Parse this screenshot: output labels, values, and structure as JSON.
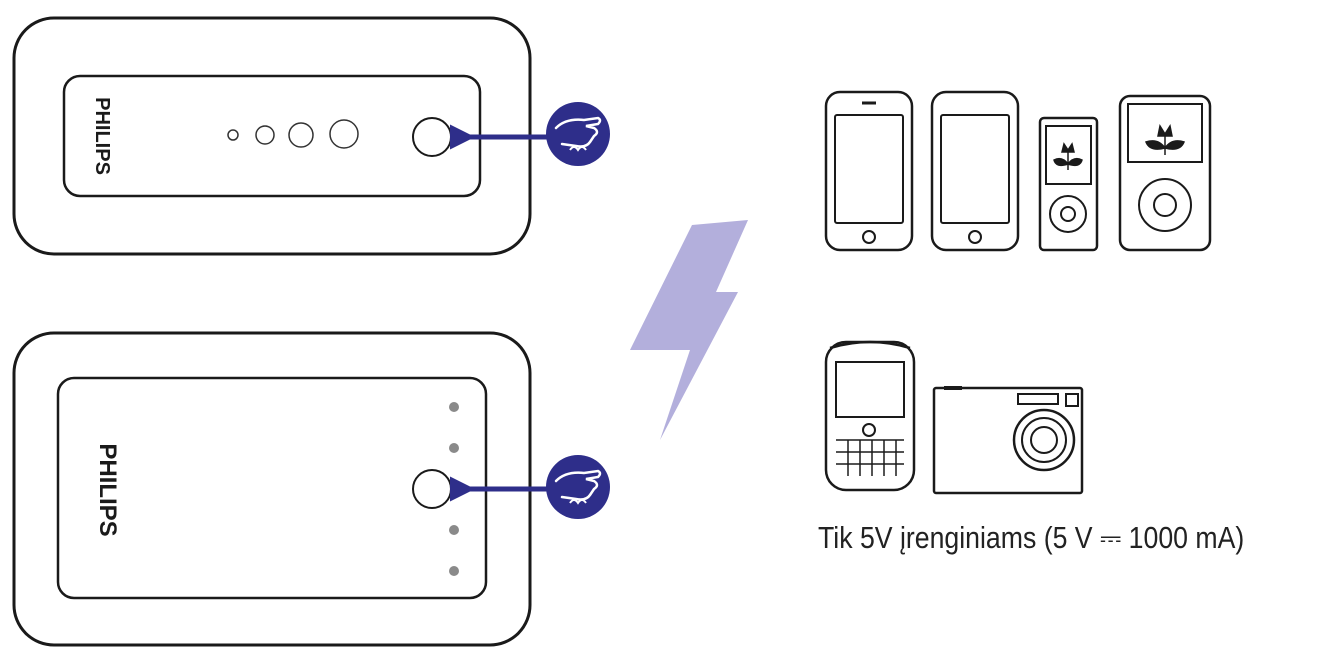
{
  "figure": {
    "brand_top": "PHILIPS",
    "brand_bottom": "PHILIPS",
    "caption": "Tik 5V įrenginiams (5 V ⎓ 1000 mA)",
    "colors": {
      "accent": "#2e2e8a",
      "bolt": "#b3afdc",
      "outline": "#1a1a1a",
      "led_gray": "#8a8a8a"
    },
    "icons": {
      "hand": "hand-press-icon",
      "arrow": "arrow-left-icon",
      "bolt": "lightning-bolt-icon"
    }
  }
}
